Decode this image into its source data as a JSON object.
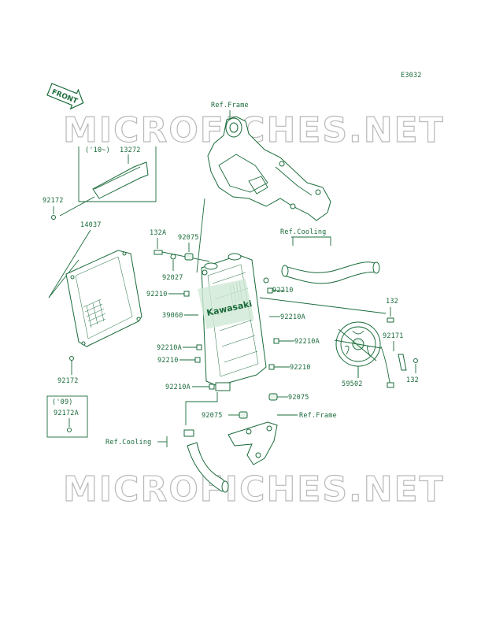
{
  "diagram_code": "E3032",
  "front_arrow": "FRONT",
  "watermark": "MICROFICHES.NET",
  "brand_logo": "Kawasaki",
  "year_tags": {
    "y10": "('10~)",
    "y09": "('09)"
  },
  "refs": {
    "frame_top": "Ref.Frame",
    "cooling_top": "Ref.Cooling",
    "frame_bottom": "Ref.Frame",
    "cooling_bottom": "Ref.Cooling"
  },
  "parts": {
    "p13272": "13272",
    "p92172_top": "92172",
    "p14037": "14037",
    "p92172_mid": "92172",
    "p92172A": "92172A",
    "p132A": "132A",
    "p92075_top": "92075",
    "p92027": "92027",
    "p92210_left1": "92210",
    "p39060": "39060",
    "p92210A_left1": "92210A",
    "p92210_left2": "92210",
    "p92210A_left2": "92210A",
    "p92075_bottom": "92075",
    "p92210_right1": "92210",
    "p92210A_right1": "92210A",
    "p92210A_right2": "92210A",
    "p92210_right2": "92210",
    "p92075_right": "92075",
    "p132_top": "132",
    "p92171": "92171",
    "p59502": "59502",
    "p132_bottom": "132"
  },
  "colors": {
    "line": "#1a6b3a",
    "watermark_outline": "#b9b9b9",
    "background": "#ffffff"
  }
}
